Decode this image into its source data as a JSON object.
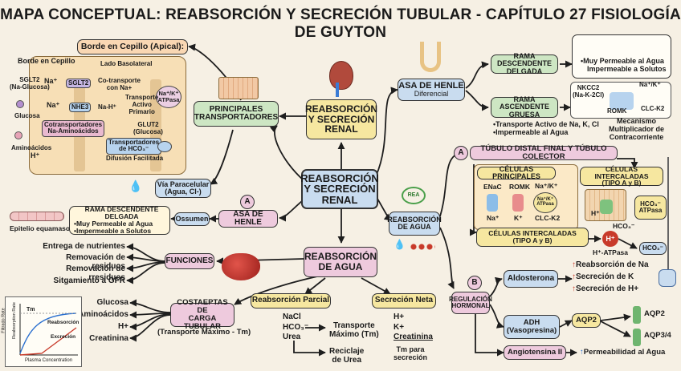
{
  "title": "MAPA CONCEPTUAL: REABSORCIÓN Y SECRECIÓN TUBULAR - CAPÍTULO 27 FISIOLOGÍA DE GUYTON",
  "center": {
    "line1": "REABSORCIÓN",
    "line2": "Y SECRECIÓN",
    "line3": "RENAL"
  },
  "central_top": {
    "line1": "REABSORCIÓN",
    "line2": "Y SECRECIÓN",
    "line3": "RENAL"
  },
  "transport": {
    "label1": "PRINCIPALES",
    "label2": "TRANSPORTADORES",
    "brush_title": "Borde en Cepillo (Apical):",
    "brush_border": "Borde en Cepillo",
    "basolateral": "Lado Basolateral",
    "sglt2_src": "SGLT2",
    "sglt2_src_sub": "(Na-Glucosa)",
    "sglt2": "SGLT2",
    "na1": "Na⁺",
    "cotransport": "Co-transporte",
    "cotransport2": "con Na+",
    "glucosa": "Glucosa",
    "na2": "Na⁺",
    "nhe3": "NHE3",
    "nah": "Na-H⁺",
    "pump1": "Na⁺/K⁺",
    "pump2": "ATPasa",
    "active1": "Transporte",
    "active2": "Activo",
    "active3": "Primario",
    "glut1": "GLUT2",
    "glut2": "(Glucosa)",
    "amino": "Aminoácidos",
    "cotr1": "Cotransportadores",
    "cotr2": "Na-Aminoácidos",
    "hco1": "Transportadores",
    "hco2": "de HCO₃⁻",
    "hplus": "H⁺",
    "facil": "Difusión Facilitada",
    "para1": "Vía Paracelular",
    "para2": "(Agua, Cl-)"
  },
  "henle_left": {
    "badge": "A",
    "label": "ASA DE HENLE",
    "ossumen": "Ossumen",
    "title": "RAMA DESCENDENTE DELGADA",
    "b1": "Muy Permeable al Agua",
    "b2": "Impermeable a Solutos",
    "epi": "Epitelio equamaso"
  },
  "funciones": {
    "label": "FUNCIONES",
    "items": [
      "Entrega de nutrientes",
      "Removación de residuos",
      "Removación de rresiduos",
      "Sitgamiento a GFR"
    ]
  },
  "water_center": {
    "line1": "REABSORCIÓN",
    "line2": "DE AGUA"
  },
  "carga": {
    "line1": "COSTAEPTAS DE",
    "line2": "CARGA TUBULAR",
    "sub": "(Transporte Máximo - Tm)",
    "items": [
      "Glucosa",
      "Aminoácidos",
      "H+",
      "Creatinina"
    ]
  },
  "graph": {
    "ylabel1": "Filtrado Rate",
    "ylabel2": "Reabsorption Rate",
    "xlabel": "Plasma Concentration",
    "tm": "Tm",
    "reab": "Reabsorción",
    "exc": "Excreción"
  },
  "parcial": {
    "label": "Reabsorción Parcial",
    "items": [
      "NaCl",
      "HCO₃⁻",
      "Urea"
    ],
    "tm1": "Transporte",
    "tm2": "Máximo (Tm)",
    "rec1": "Reciclaje",
    "rec2": "de Urea"
  },
  "neta": {
    "label": "Secreción Neta",
    "items": [
      "H+",
      "K+",
      "Creatinina"
    ],
    "sub1": "Tm para",
    "sub2": "secreción"
  },
  "henle_right": {
    "label1": "ASA DE HENLE",
    "label2": "Diferencial",
    "desc1": "RAMA DESCENDENTE",
    "desc2": "DELGADA",
    "desc_b1": "Muy Permeable al Agua",
    "desc_b2": "Impermeable a Solutos",
    "asc1": "RAMA ASCENDENTE",
    "asc2": "GRUESA",
    "nkcc1": "NKCC2",
    "nkcc2": "(Na-K-2Cl)",
    "romk": "ROMK",
    "clck": "CLC-K2",
    "nak": "Na⁺/K⁺",
    "asc_b1": "Transporte Activo de Na, K, Cl",
    "asc_b2": "Impermeable al Agua",
    "mec1": "Mecanismo",
    "mec2": "Multiplicador de",
    "mec3": "Contracorriente"
  },
  "water_right": {
    "line1": "REABSORCIÓN",
    "line2": "DE AGUA",
    "icon": "REA"
  },
  "distal": {
    "badge": "A",
    "title": "TÚBULO DISTAL FINAL Y TÚBULO COLECTOR",
    "principal": "CÉLULAS PRINCIPALES",
    "enac": "ENaC",
    "romk": "ROMK",
    "pump1": "Na⁺/K⁺",
    "pump2": "Na⁺/K⁺",
    "pump3": "ATPasa",
    "na": "Na⁺",
    "k": "K⁺",
    "clck": "CLC-K2",
    "inter1": "CÉLULAS INTERCALADAS",
    "inter2": "(TIPO A y B)",
    "h": "H⁺",
    "hco3": "HCO₃⁻",
    "hco3b": "HCO₃⁻",
    "atp": "ATPasa",
    "inter_low1": "CÉLULAS INTERCALADAS",
    "inter_low2": "(TIPO A y B)",
    "hplus": "H⁺",
    "hatp": "H⁺-ATPasa",
    "hco3c": "HCO₃⁻"
  },
  "hormonal": {
    "badge": "B",
    "label1": "REGULACIÓN",
    "label2": "HORMONAL",
    "aldo": "Aldosterona",
    "aldo_items": [
      "Reabsorción de Na",
      "Secreción de K",
      "Secreción de H+"
    ],
    "adh1": "ADH",
    "adh2": "(Vasopresina)",
    "aqp2": "AQP2",
    "aqp2b": "AQP2",
    "aqp34": "AQP3/4",
    "angio": "Angiotensina II",
    "angio_eff": "Permeabilidad al Agua"
  },
  "colors": {
    "yellow": "#f6e7a0",
    "blue": "#c9dcef",
    "green": "#cde6c3",
    "pink": "#eecadd",
    "orange": "#f9d7b3",
    "cream": "#fff6dc"
  }
}
